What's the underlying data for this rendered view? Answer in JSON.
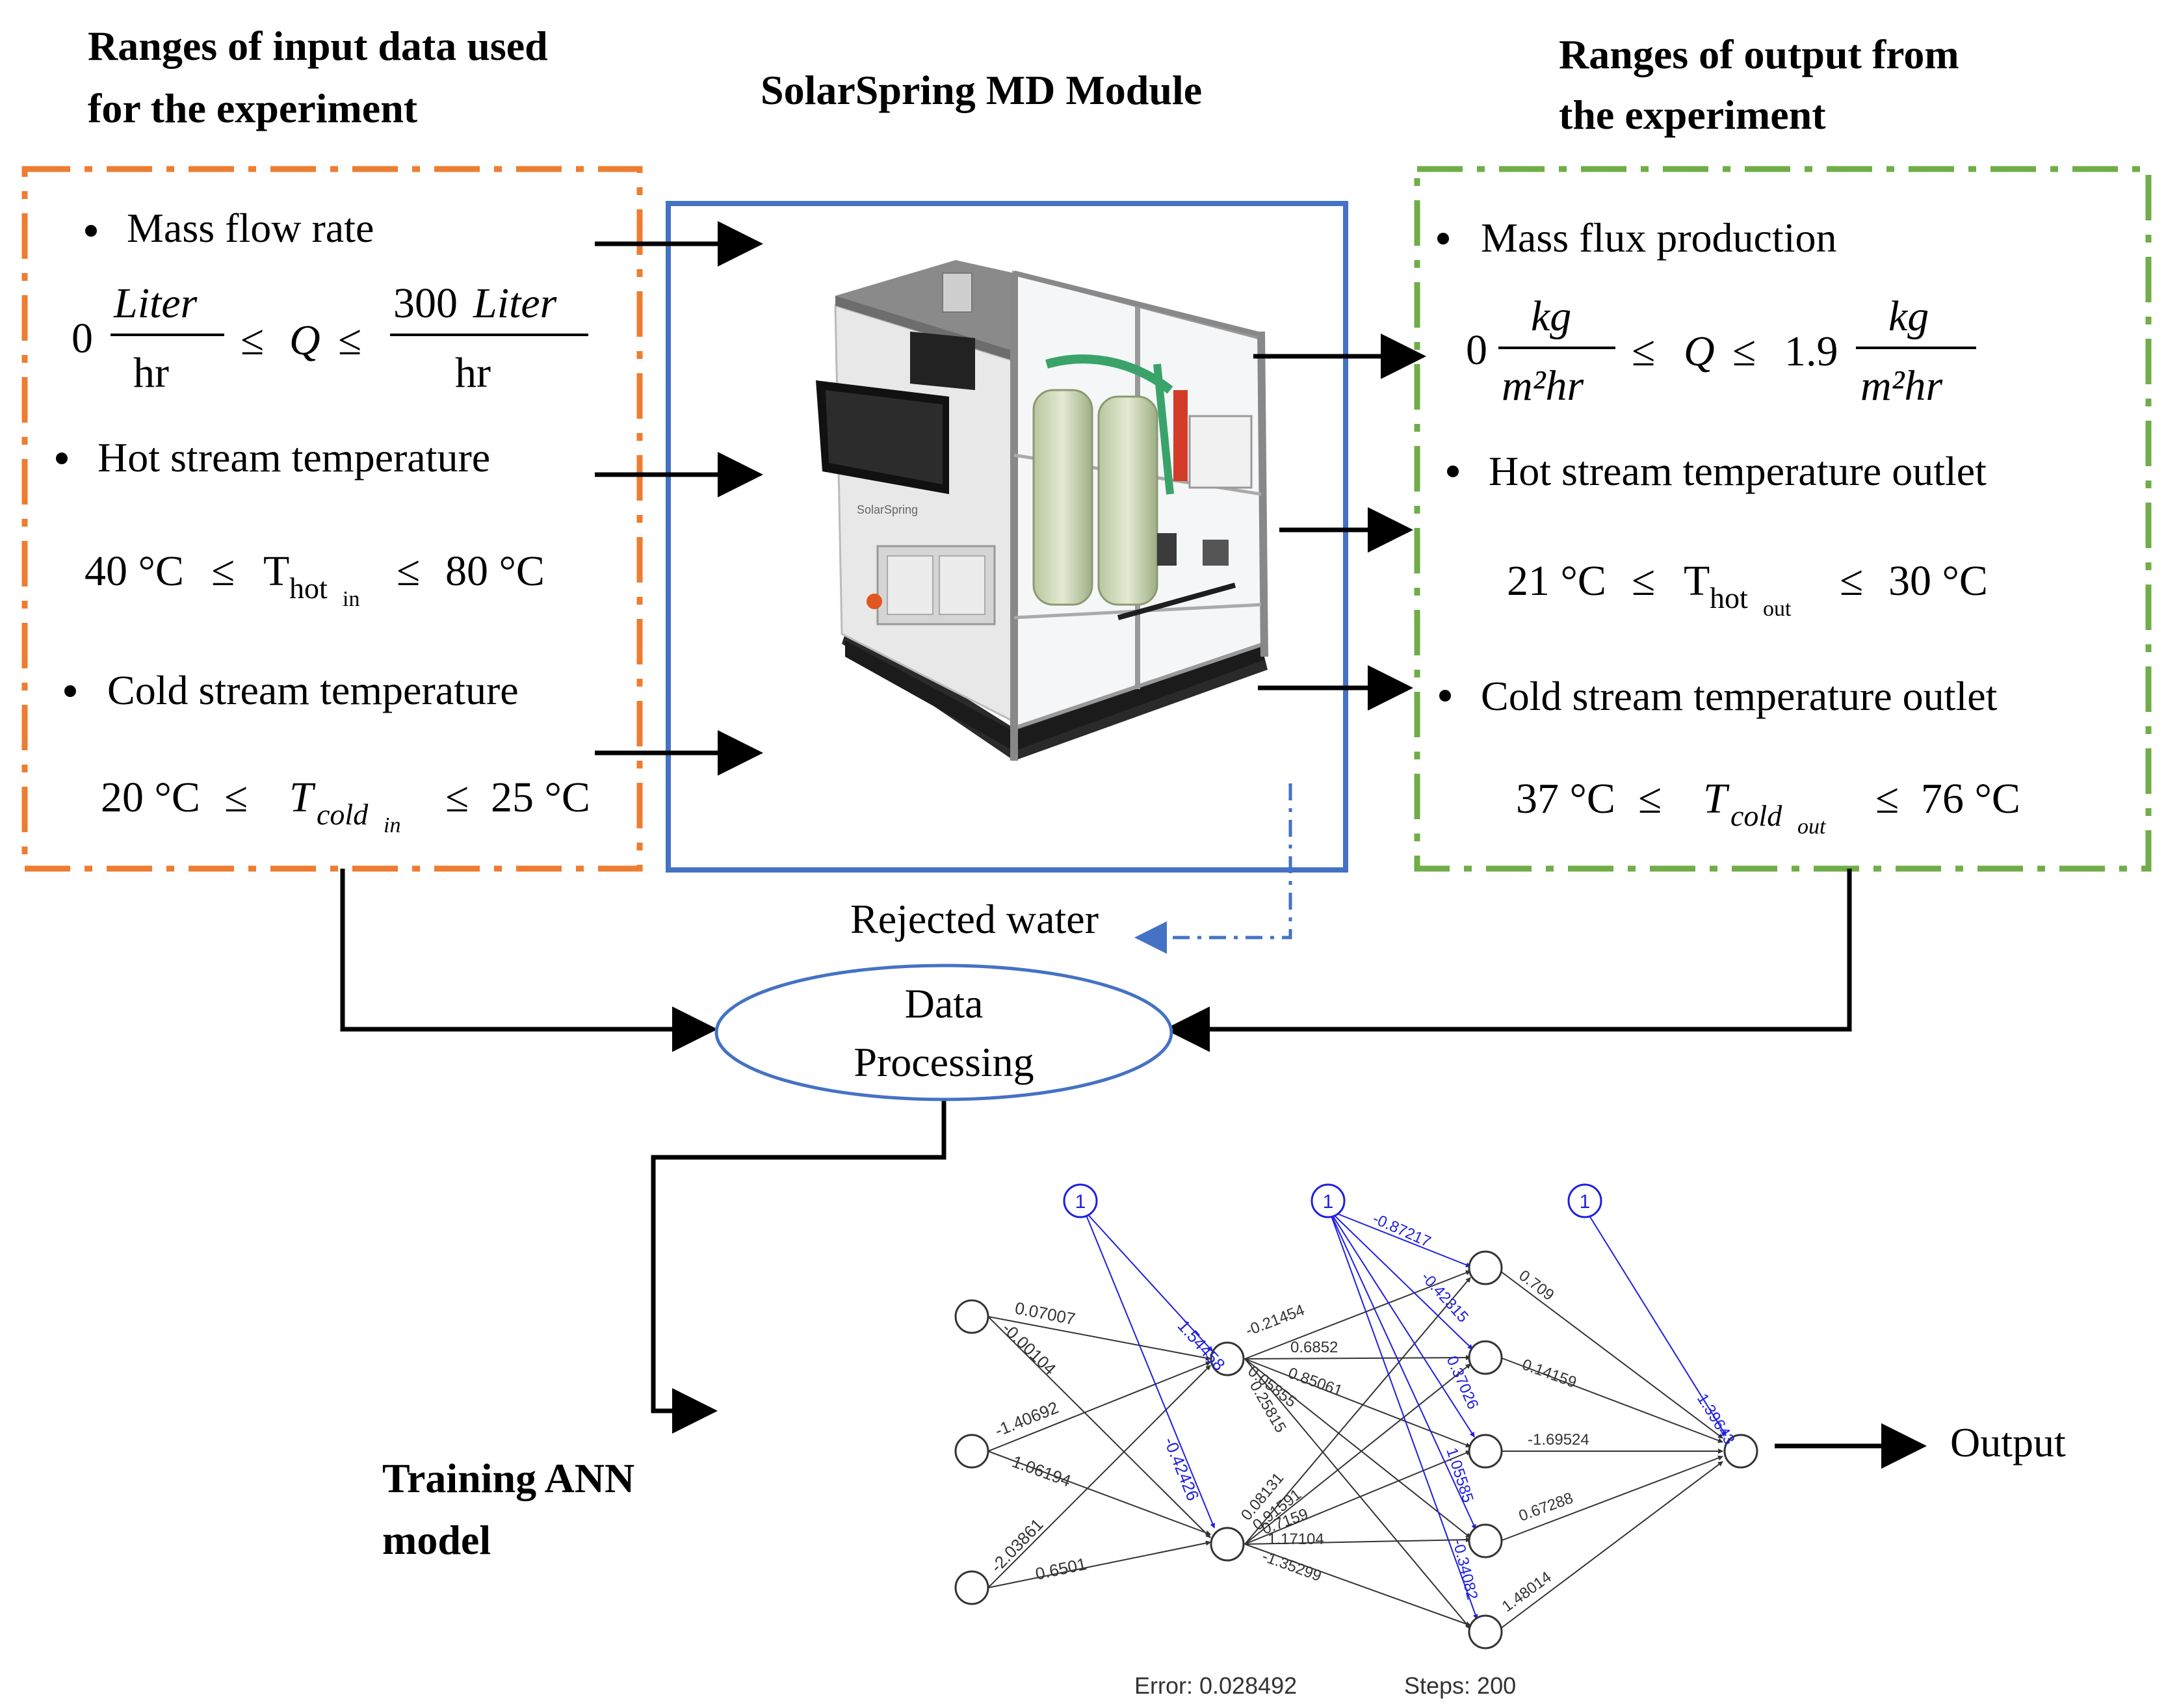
{
  "left_panel": {
    "heading_line1": "Ranges of input data used",
    "heading_line2": "for the experiment",
    "items": [
      {
        "label": "Mass flow rate",
        "range_lower": "0",
        "range_upper": "300",
        "unit_num": "Liter",
        "unit_den": "hr",
        "var": "Q"
      },
      {
        "label": "Hot stream temperature",
        "range_lower": "40 °C",
        "range_upper": "80 °C",
        "var": "T",
        "sub": "hot",
        "subsub": "in"
      },
      {
        "label": "Cold stream temperature",
        "range_lower": "20 °C",
        "range_upper": "25 °C",
        "var": "T",
        "sub": "cold",
        "subsub": "in"
      }
    ]
  },
  "center_panel": {
    "heading": "SolarSpring MD Module",
    "machine_brand": "SolarSpring"
  },
  "right_panel": {
    "heading_line1": "Ranges of output from",
    "heading_line2": "the experiment",
    "items": [
      {
        "label": "Mass flux production",
        "range_lower": "0",
        "range_upper": "1.9",
        "unit_num": "kg",
        "unit_den": "m²hr",
        "var": "Q"
      },
      {
        "label": "Hot stream temperature outlet",
        "range_lower": "21 °C",
        "range_upper": "30 °C",
        "var": "T",
        "sub": "hot",
        "subsub": "out"
      },
      {
        "label": "Cold stream temperature outlet",
        "range_lower": "37 °C",
        "range_upper": "76 °C",
        "var": "T",
        "sub": "cold",
        "subsub": "out"
      }
    ]
  },
  "flow": {
    "rejected_water": "Rejected water",
    "data_processing_line1": "Data",
    "data_processing_line2": "Processing",
    "training_line1": "Training ANN",
    "training_line2": "model",
    "output": "Output"
  },
  "ann": {
    "bias_label": "1",
    "weights_input": [
      "0.07007",
      "-0.00104",
      "-1.40692",
      "1.06194",
      "-2.03861",
      "0.6501"
    ],
    "weights_bias1": [
      "1.54458",
      "-0.42426"
    ],
    "weights_hidden1": [
      "-0.21454",
      "0.6852",
      "0.85061",
      "0.05855",
      "0.25815",
      "0.08131",
      "0.91591",
      "0.7159",
      "1.17104",
      "-1.35299"
    ],
    "weights_bias2": [
      "-0.87217",
      "-0.42315",
      "0.37026",
      "1.05585",
      "-0.34082"
    ],
    "weights_hidden2": [
      "0.709",
      "0.14159",
      "-1.69524",
      "0.67288",
      "1.48014"
    ],
    "weights_bias3": [
      "1.39643"
    ],
    "error_label": "Error: 0.028492",
    "steps_label": "Steps: 200"
  },
  "colors": {
    "input_border": "#ED7D31",
    "module_border": "#4472C4",
    "output_border": "#70AD47",
    "arrow": "#000000",
    "rejected_arrow": "#4472C4",
    "ellipse": "#4472C4",
    "ann_bias": "#1f1fe0",
    "ann_edge": "#333333"
  }
}
